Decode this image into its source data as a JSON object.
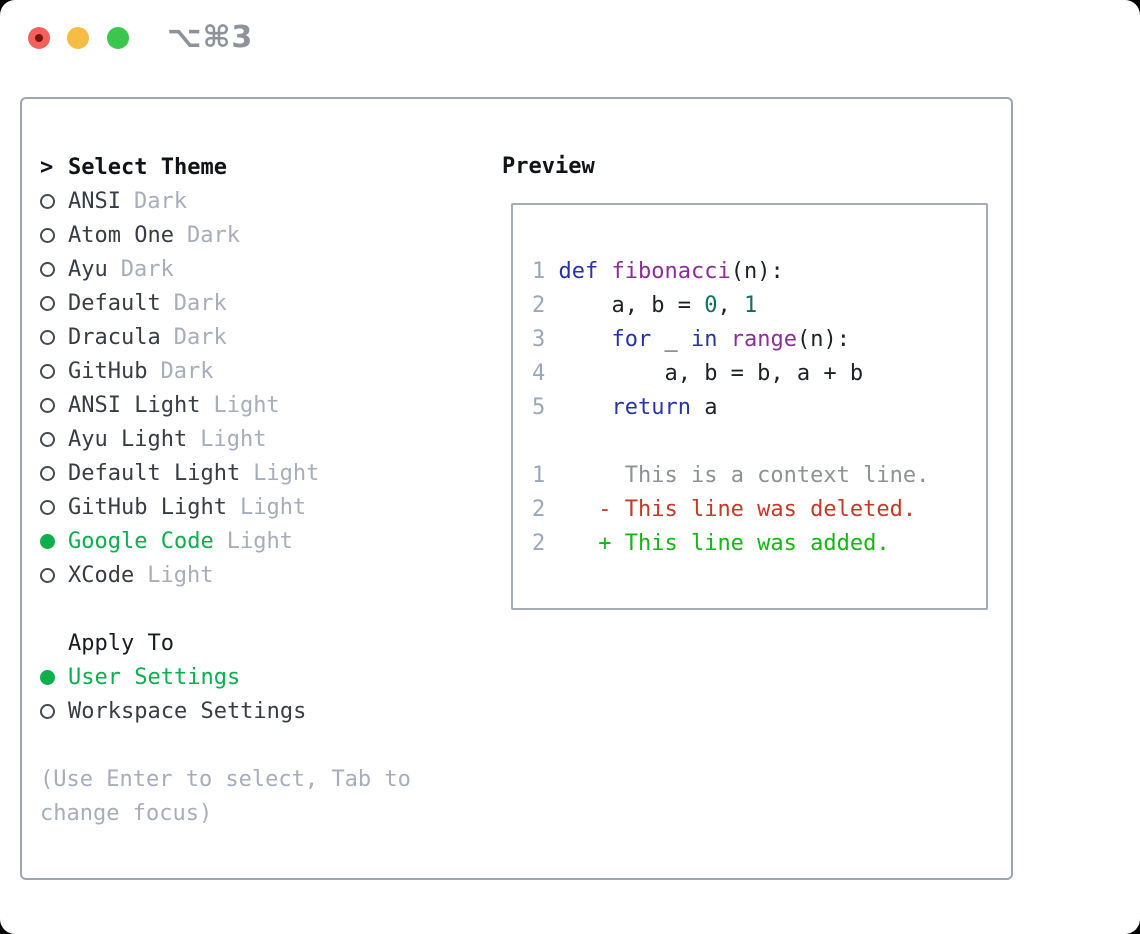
{
  "window": {
    "titlebar": {
      "shortcut_label": "⌥⌘3",
      "traffic_lights": [
        "close",
        "minimize",
        "zoom"
      ]
    }
  },
  "theme_picker": {
    "header": {
      "prefix": ">",
      "title": "Select Theme"
    },
    "themes": [
      {
        "name": "ANSI",
        "variant": "Dark",
        "selected": false
      },
      {
        "name": "Atom One",
        "variant": "Dark",
        "selected": false
      },
      {
        "name": "Ayu",
        "variant": "Dark",
        "selected": false
      },
      {
        "name": "Default",
        "variant": "Dark",
        "selected": false
      },
      {
        "name": "Dracula",
        "variant": "Dark",
        "selected": false
      },
      {
        "name": "GitHub",
        "variant": "Dark",
        "selected": false
      },
      {
        "name": "ANSI Light",
        "variant": "Light",
        "selected": false
      },
      {
        "name": "Ayu Light",
        "variant": "Light",
        "selected": false
      },
      {
        "name": "Default Light",
        "variant": "Light",
        "selected": false
      },
      {
        "name": "GitHub Light",
        "variant": "Light",
        "selected": false
      },
      {
        "name": "Google Code",
        "variant": "Light",
        "selected": true
      },
      {
        "name": "XCode",
        "variant": "Light",
        "selected": false
      }
    ],
    "apply_to": {
      "title": "Apply To",
      "options": [
        {
          "label": "User Settings",
          "selected": true
        },
        {
          "label": "Workspace Settings",
          "selected": false
        }
      ]
    },
    "hint_lines": [
      "(Use Enter to select, Tab to",
      "change focus)"
    ]
  },
  "preview": {
    "title": "Preview",
    "lines": [
      [
        [
          "ln",
          "1 "
        ],
        [
          "kwd",
          "def"
        ],
        [
          "txt",
          " "
        ],
        [
          "fn",
          "fibonacci"
        ],
        [
          "txt",
          "(n):"
        ]
      ],
      [
        [
          "ln",
          "2 "
        ],
        [
          "txt",
          "    a, b = "
        ],
        [
          "num",
          "0"
        ],
        [
          "txt",
          ", "
        ],
        [
          "num",
          "1"
        ]
      ],
      [
        [
          "ln",
          "3 "
        ],
        [
          "txt",
          "    "
        ],
        [
          "kwd",
          "for"
        ],
        [
          "txt",
          " _ "
        ],
        [
          "kwd",
          "in"
        ],
        [
          "txt",
          " "
        ],
        [
          "fn",
          "range"
        ],
        [
          "txt",
          "(n):"
        ]
      ],
      [
        [
          "ln",
          "4 "
        ],
        [
          "txt",
          "        a, b = b, a + b"
        ]
      ],
      [
        [
          "ln",
          "5 "
        ],
        [
          "txt",
          "    "
        ],
        [
          "kwd",
          "return"
        ],
        [
          "txt",
          " a"
        ]
      ],
      [],
      [
        [
          "ln",
          "1"
        ],
        [
          "txt",
          "      "
        ],
        [
          "ctx",
          "This is a context line."
        ]
      ],
      [
        [
          "ln",
          "2"
        ],
        [
          "txt",
          "    "
        ],
        [
          "del",
          "- This line was deleted."
        ]
      ],
      [
        [
          "ln",
          "2"
        ],
        [
          "txt",
          "    "
        ],
        [
          "add",
          "+ This line was added."
        ]
      ]
    ]
  },
  "colors": {
    "selection_green": "#0caf4d",
    "diff_added_green": "#12b812",
    "diff_removed_red": "#c43a26",
    "keyword_blue": "#2733a8",
    "function_purple": "#8c2d99",
    "number_teal": "#0c7066",
    "line_number_gray": "#9aa7bb",
    "context_gray": "#8e9196",
    "muted_gray": "#a7aeb9",
    "traffic_red": "#f4615a",
    "traffic_yellow": "#f7bd43",
    "traffic_green": "#39c74e"
  }
}
